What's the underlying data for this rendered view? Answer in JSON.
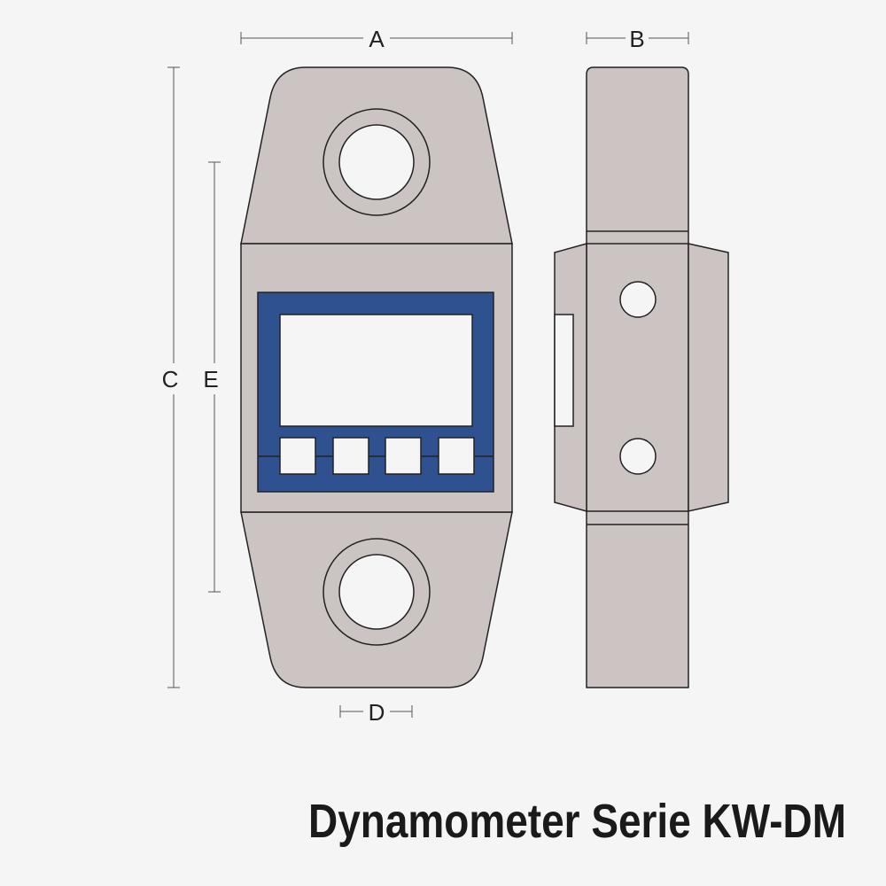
{
  "title": "Dynamometer Serie KW-DM",
  "dimensions": {
    "a": "A",
    "b": "B",
    "c": "C",
    "d": "D",
    "e": "E"
  },
  "colors": {
    "body": "#cbc4c2",
    "display_frame": "#2f5190",
    "window": "#f5f5f5",
    "outline": "#222222",
    "background": "#f5f5f5"
  }
}
